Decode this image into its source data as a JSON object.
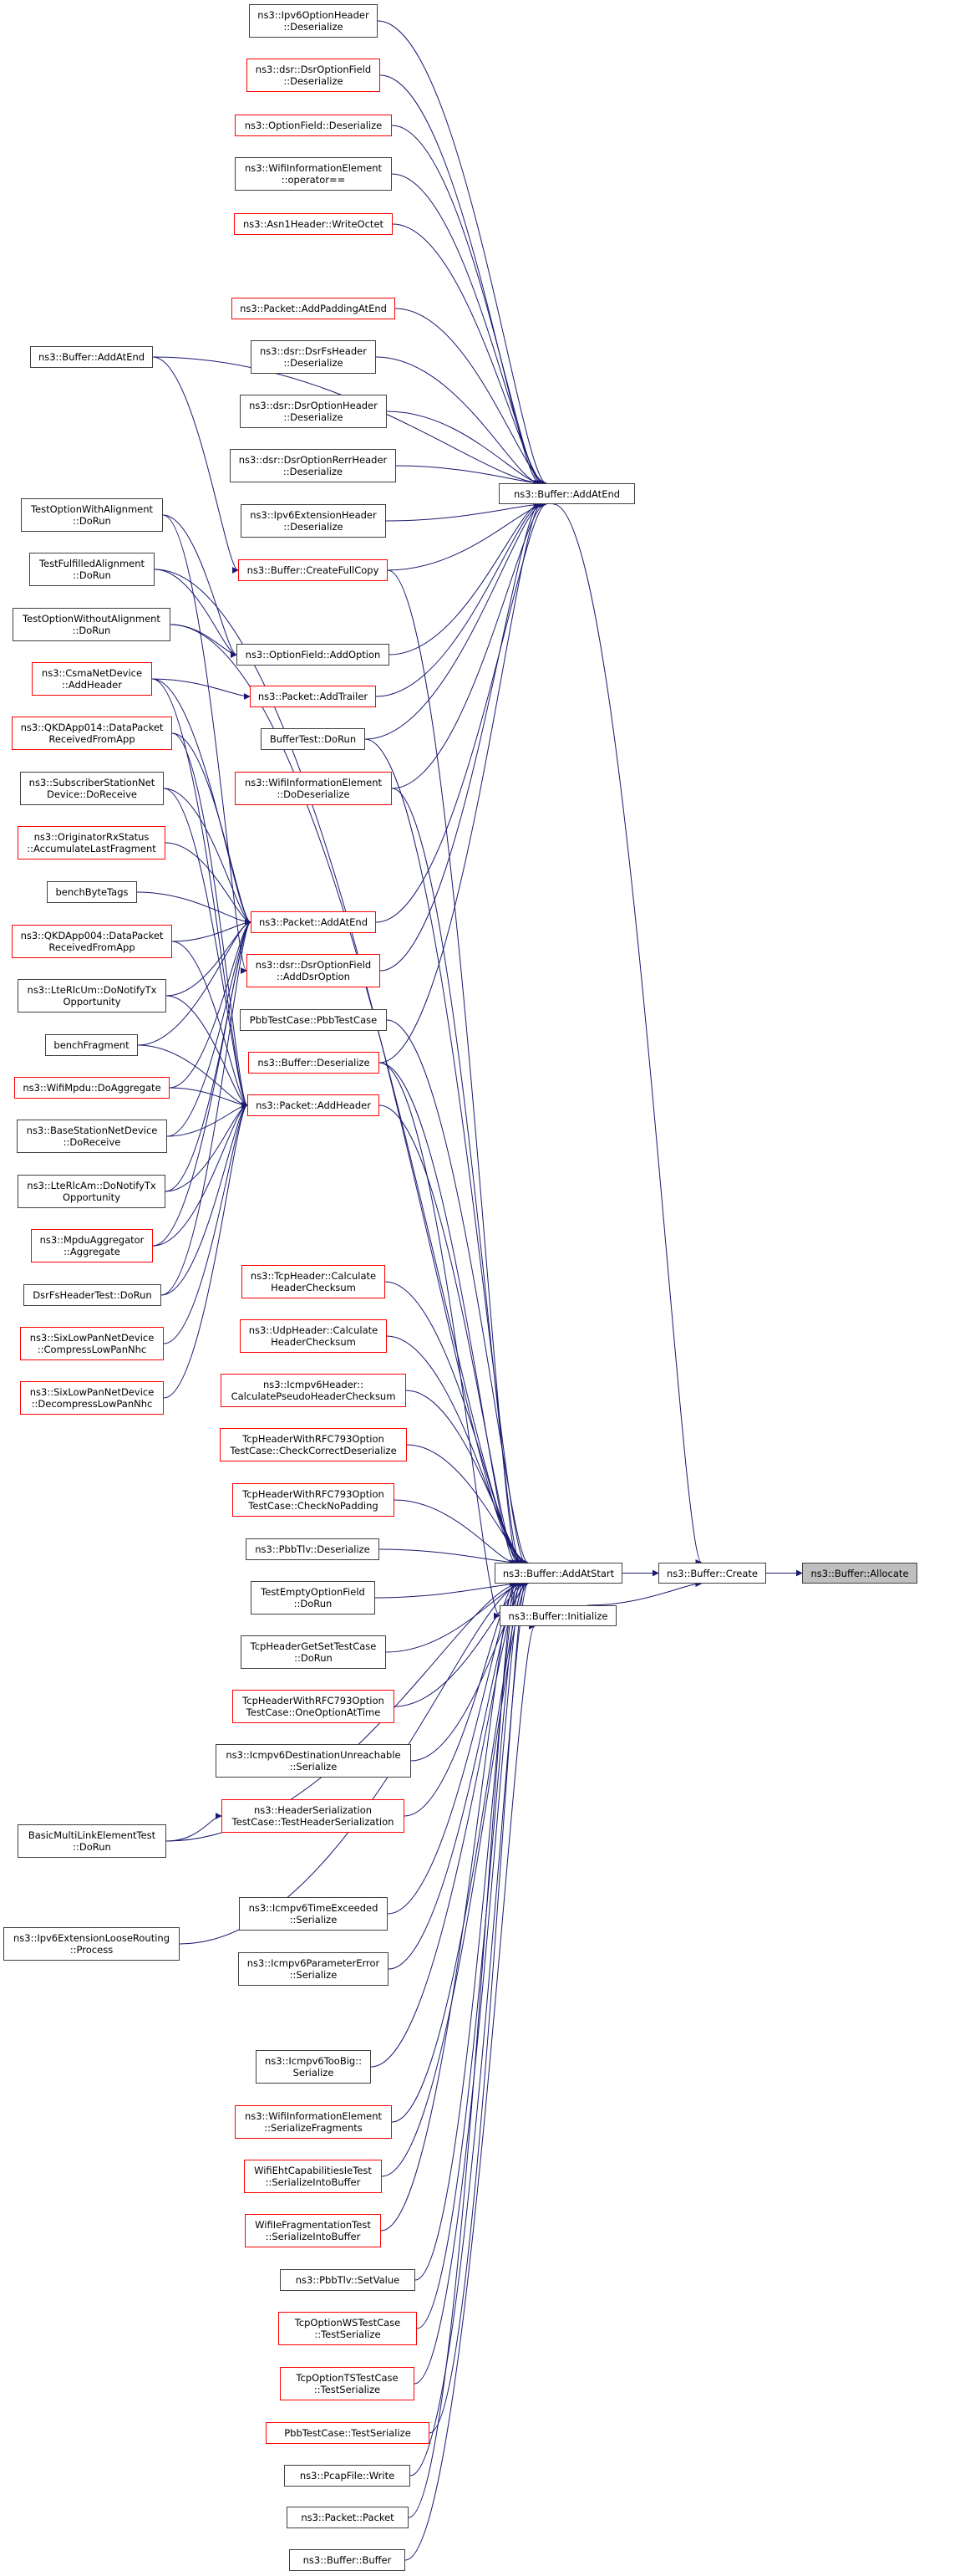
{
  "title": "ns3::Buffer::Allocate caller graph",
  "colors": {
    "edge": "#191970",
    "node_border": "#404040",
    "truncated_border": "#ff0000",
    "focus_fill": "#bfbfbf"
  },
  "nodes": [
    {
      "id": "allocate",
      "label": "ns3::Buffer::Allocate",
      "style": "gray"
    },
    {
      "id": "create",
      "label": "ns3::Buffer::Create",
      "style": "black"
    },
    {
      "id": "addatend",
      "label": "ns3::Buffer::AddAtEnd",
      "style": "black"
    },
    {
      "id": "addatstart",
      "label": "ns3::Buffer::AddAtStart",
      "style": "black"
    },
    {
      "id": "initialize",
      "label": "ns3::Buffer::Initialize",
      "style": "black"
    },
    {
      "id": "m1",
      "label": "ns3::Ipv6OptionHeader\n::Deserialize",
      "style": "black"
    },
    {
      "id": "m2",
      "label": "ns3::dsr::DsrOptionField\n::Deserialize",
      "style": "red"
    },
    {
      "id": "m3",
      "label": "ns3::OptionField::Deserialize",
      "style": "red"
    },
    {
      "id": "m4",
      "label": "ns3::WifiInformationElement\n::operator==",
      "style": "black"
    },
    {
      "id": "m5",
      "label": "ns3::Asn1Header::WriteOctet",
      "style": "red"
    },
    {
      "id": "m6",
      "label": "ns3::Packet::AddPaddingAtEnd",
      "style": "red"
    },
    {
      "id": "m7",
      "label": "ns3::dsr::DsrFsHeader\n::Deserialize",
      "style": "black"
    },
    {
      "id": "m8",
      "label": "ns3::dsr::DsrOptionHeader\n::Deserialize",
      "style": "black"
    },
    {
      "id": "m9",
      "label": "ns3::dsr::DsrOptionRerrHeader\n::Deserialize",
      "style": "black"
    },
    {
      "id": "m10",
      "label": "ns3::Ipv6ExtensionHeader\n::Deserialize",
      "style": "black"
    },
    {
      "id": "m11",
      "label": "ns3::Buffer::CreateFullCopy",
      "style": "red"
    },
    {
      "id": "m12",
      "label": "ns3::OptionField::AddOption",
      "style": "black"
    },
    {
      "id": "m13",
      "label": "ns3::Packet::AddTrailer",
      "style": "red"
    },
    {
      "id": "m14",
      "label": "BufferTest::DoRun",
      "style": "black"
    },
    {
      "id": "m15",
      "label": "ns3::WifiInformationElement\n::DoDeserialize",
      "style": "red"
    },
    {
      "id": "m16",
      "label": "ns3::Packet::AddAtEnd",
      "style": "red"
    },
    {
      "id": "m17",
      "label": "ns3::dsr::DsrOptionField\n::AddDsrOption",
      "style": "red"
    },
    {
      "id": "m18",
      "label": "PbbTestCase::PbbTestCase",
      "style": "black"
    },
    {
      "id": "m19",
      "label": "ns3::Buffer::Deserialize",
      "style": "red"
    },
    {
      "id": "m20",
      "label": "ns3::Packet::AddHeader",
      "style": "red"
    },
    {
      "id": "m21",
      "label": "ns3::TcpHeader::Calculate\nHeaderChecksum",
      "style": "red"
    },
    {
      "id": "m22",
      "label": "ns3::UdpHeader::Calculate\nHeaderChecksum",
      "style": "red"
    },
    {
      "id": "m23",
      "label": "ns3::Icmpv6Header::\nCalculatePseudoHeaderChecksum",
      "style": "red"
    },
    {
      "id": "m24",
      "label": "TcpHeaderWithRFC793Option\nTestCase::CheckCorrectDeserialize",
      "style": "red"
    },
    {
      "id": "m25",
      "label": "TcpHeaderWithRFC793Option\nTestCase::CheckNoPadding",
      "style": "red"
    },
    {
      "id": "m26",
      "label": "ns3::PbbTlv::Deserialize",
      "style": "black"
    },
    {
      "id": "m27",
      "label": "TestEmptyOptionField\n::DoRun",
      "style": "black"
    },
    {
      "id": "m28",
      "label": "TcpHeaderGetSetTestCase\n::DoRun",
      "style": "black"
    },
    {
      "id": "m29",
      "label": "TcpHeaderWithRFC793Option\nTestCase::OneOptionAtTime",
      "style": "red"
    },
    {
      "id": "m30",
      "label": "ns3::Icmpv6DestinationUnreachable\n::Serialize",
      "style": "black"
    },
    {
      "id": "m31",
      "label": "ns3::HeaderSerialization\nTestCase::TestHeaderSerialization",
      "style": "red"
    },
    {
      "id": "m32",
      "label": "ns3::Icmpv6TimeExceeded\n::Serialize",
      "style": "black"
    },
    {
      "id": "m33",
      "label": "ns3::Icmpv6ParameterError\n::Serialize",
      "style": "black"
    },
    {
      "id": "m34",
      "label": "ns3::Icmpv6TooBig::\nSerialize",
      "style": "black"
    },
    {
      "id": "m35",
      "label": "ns3::WifiInformationElement\n::SerializeFragments",
      "style": "red"
    },
    {
      "id": "m36",
      "label": "WifiEhtCapabilitiesIeTest\n::SerializeIntoBuffer",
      "style": "red"
    },
    {
      "id": "m37",
      "label": "WifiIeFragmentationTest\n::SerializeIntoBuffer",
      "style": "red"
    },
    {
      "id": "m38",
      "label": "ns3::PbbTlv::SetValue",
      "style": "black"
    },
    {
      "id": "m39",
      "label": "TcpOptionWSTestCase\n::TestSerialize",
      "style": "red"
    },
    {
      "id": "m40",
      "label": "TcpOptionTSTestCase\n::TestSerialize",
      "style": "red"
    },
    {
      "id": "m41",
      "label": "PbbTestCase::TestSerialize",
      "style": "red"
    },
    {
      "id": "m42",
      "label": "ns3::PcapFile::Write",
      "style": "black"
    },
    {
      "id": "m43",
      "label": "ns3::Packet::Packet",
      "style": "black"
    },
    {
      "id": "m44",
      "label": "ns3::Buffer::Buffer",
      "style": "black"
    },
    {
      "id": "l1",
      "label": "ns3::Buffer::AddAtEnd",
      "style": "black"
    },
    {
      "id": "l2",
      "label": "TestOptionWithAlignment\n::DoRun",
      "style": "black"
    },
    {
      "id": "l3",
      "label": "TestFulfilledAlignment\n::DoRun",
      "style": "black"
    },
    {
      "id": "l4",
      "label": "TestOptionWithoutAlignment\n::DoRun",
      "style": "black"
    },
    {
      "id": "l5",
      "label": "ns3::CsmaNetDevice\n::AddHeader",
      "style": "red"
    },
    {
      "id": "l6",
      "label": "ns3::QKDApp014::DataPacket\nReceivedFromApp",
      "style": "red"
    },
    {
      "id": "l7",
      "label": "ns3::SubscriberStationNet\nDevice::DoReceive",
      "style": "black"
    },
    {
      "id": "l8",
      "label": "ns3::OriginatorRxStatus\n::AccumulateLastFragment",
      "style": "red"
    },
    {
      "id": "l9",
      "label": "benchByteTags",
      "style": "black"
    },
    {
      "id": "l10",
      "label": "ns3::QKDApp004::DataPacket\nReceivedFromApp",
      "style": "red"
    },
    {
      "id": "l11",
      "label": "ns3::LteRlcUm::DoNotifyTx\nOpportunity",
      "style": "black"
    },
    {
      "id": "l12",
      "label": "benchFragment",
      "style": "black"
    },
    {
      "id": "l13",
      "label": "ns3::WifiMpdu::DoAggregate",
      "style": "red"
    },
    {
      "id": "l14",
      "label": "ns3::BaseStationNetDevice\n::DoReceive",
      "style": "black"
    },
    {
      "id": "l15",
      "label": "ns3::LteRlcAm::DoNotifyTx\nOpportunity",
      "style": "black"
    },
    {
      "id": "l16",
      "label": "ns3::MpduAggregator\n::Aggregate",
      "style": "red"
    },
    {
      "id": "l17",
      "label": "DsrFsHeaderTest::DoRun",
      "style": "black"
    },
    {
      "id": "l18",
      "label": "ns3::SixLowPanNetDevice\n::CompressLowPanNhc",
      "style": "red"
    },
    {
      "id": "l19",
      "label": "ns3::SixLowPanNetDevice\n::DecompressLowPanNhc",
      "style": "red"
    },
    {
      "id": "l20",
      "label": "BasicMultiLinkElementTest\n::DoRun",
      "style": "black"
    },
    {
      "id": "l21",
      "label": "ns3::Ipv6ExtensionLooseRouting\n::Process",
      "style": "black"
    }
  ],
  "edges": [
    [
      "create",
      "allocate"
    ],
    [
      "addatstart",
      "create"
    ],
    [
      "addatend",
      "create"
    ],
    [
      "initialize",
      "create"
    ],
    [
      "m1",
      "addatend"
    ],
    [
      "m2",
      "addatend"
    ],
    [
      "m3",
      "addatend"
    ],
    [
      "m4",
      "addatend"
    ],
    [
      "m5",
      "addatend"
    ],
    [
      "m6",
      "addatend"
    ],
    [
      "m7",
      "addatend"
    ],
    [
      "m8",
      "addatend"
    ],
    [
      "m9",
      "addatend"
    ],
    [
      "m10",
      "addatend"
    ],
    [
      "m11",
      "addatend"
    ],
    [
      "m12",
      "addatend"
    ],
    [
      "m13",
      "addatend"
    ],
    [
      "m14",
      "addatend"
    ],
    [
      "m15",
      "addatend"
    ],
    [
      "m16",
      "addatend"
    ],
    [
      "m17",
      "addatend"
    ],
    [
      "m19",
      "addatend"
    ],
    [
      "l1",
      "addatend"
    ],
    [
      "l1",
      "m11"
    ],
    [
      "l2",
      "m12"
    ],
    [
      "l3",
      "m12"
    ],
    [
      "l4",
      "m12"
    ],
    [
      "l5",
      "m13"
    ],
    [
      "l5",
      "m16"
    ],
    [
      "l5",
      "m20"
    ],
    [
      "l6",
      "m16"
    ],
    [
      "l7",
      "m16"
    ],
    [
      "l8",
      "m16"
    ],
    [
      "l9",
      "m16"
    ],
    [
      "l10",
      "m16"
    ],
    [
      "l11",
      "m16"
    ],
    [
      "l12",
      "m16"
    ],
    [
      "l13",
      "m16"
    ],
    [
      "l14",
      "m16"
    ],
    [
      "l15",
      "m16"
    ],
    [
      "l16",
      "m16"
    ],
    [
      "l17",
      "m16"
    ],
    [
      "l2",
      "m17"
    ],
    [
      "l6",
      "m20"
    ],
    [
      "l7",
      "m20"
    ],
    [
      "l11",
      "m20"
    ],
    [
      "l12",
      "m20"
    ],
    [
      "l13",
      "m20"
    ],
    [
      "l14",
      "m20"
    ],
    [
      "l15",
      "m20"
    ],
    [
      "l16",
      "m20"
    ],
    [
      "l17",
      "m20"
    ],
    [
      "l18",
      "m20"
    ],
    [
      "l19",
      "m20"
    ],
    [
      "l10",
      "m20"
    ],
    [
      "l20",
      "m31"
    ],
    [
      "l20",
      "addatstart"
    ],
    [
      "l21",
      "addatstart"
    ],
    [
      "m14",
      "addatstart"
    ],
    [
      "m18",
      "addatstart"
    ],
    [
      "m19",
      "addatstart"
    ],
    [
      "m20",
      "addatstart"
    ],
    [
      "m21",
      "addatstart"
    ],
    [
      "m22",
      "addatstart"
    ],
    [
      "m23",
      "addatstart"
    ],
    [
      "m24",
      "addatstart"
    ],
    [
      "m25",
      "addatstart"
    ],
    [
      "m26",
      "addatstart"
    ],
    [
      "m27",
      "addatstart"
    ],
    [
      "m28",
      "addatstart"
    ],
    [
      "m29",
      "addatstart"
    ],
    [
      "m30",
      "addatstart"
    ],
    [
      "m31",
      "addatstart"
    ],
    [
      "m32",
      "addatstart"
    ],
    [
      "m33",
      "addatstart"
    ],
    [
      "m34",
      "addatstart"
    ],
    [
      "m35",
      "addatstart"
    ],
    [
      "m36",
      "addatstart"
    ],
    [
      "m37",
      "addatstart"
    ],
    [
      "m38",
      "addatstart"
    ],
    [
      "m39",
      "addatstart"
    ],
    [
      "m40",
      "addatstart"
    ],
    [
      "m41",
      "addatstart"
    ],
    [
      "m42",
      "addatstart"
    ],
    [
      "m43",
      "addatstart"
    ],
    [
      "m11",
      "addatstart"
    ],
    [
      "m15",
      "addatstart"
    ],
    [
      "l3",
      "addatstart"
    ],
    [
      "l4",
      "addatstart"
    ],
    [
      "m44",
      "initialize"
    ],
    [
      "m19",
      "initialize"
    ]
  ]
}
